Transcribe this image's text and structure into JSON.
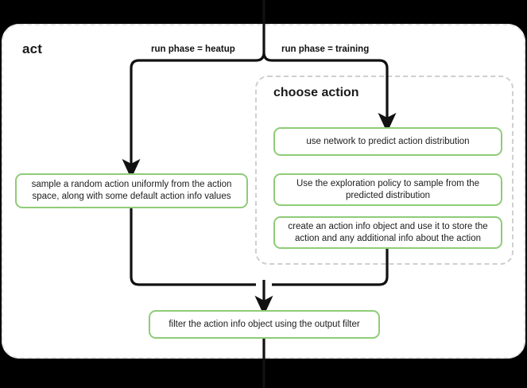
{
  "diagram": {
    "title": "act",
    "type": "flowchart",
    "outer_container": {
      "label": "act",
      "border_style": "dashed",
      "border_color": "#e6e6e6"
    },
    "inner_container": {
      "label": "choose action",
      "border_style": "dashed",
      "border_color": "#cfcfcf"
    },
    "branch_labels": [
      {
        "id": "heatup",
        "text": "run phase = heatup"
      },
      {
        "id": "training",
        "text": "run phase = training"
      }
    ],
    "nodes": [
      {
        "id": "sample",
        "text": "sample a random action uniformly from the action space, along with some default action info values"
      },
      {
        "id": "predict",
        "text": "use network to predict action distribution"
      },
      {
        "id": "explore",
        "text": "Use the exploration policy to sample from the predicted distribution"
      },
      {
        "id": "create",
        "text": "create an action info object and use it to store the action and any additional info about the action"
      },
      {
        "id": "filter",
        "text": "filter the action info object using the output filter"
      }
    ],
    "colors": {
      "node_border": "#8fcc77",
      "node_fill": "#ffffff",
      "connector": "#111111",
      "canvas": "#000000",
      "panel": "#ffffff"
    }
  }
}
